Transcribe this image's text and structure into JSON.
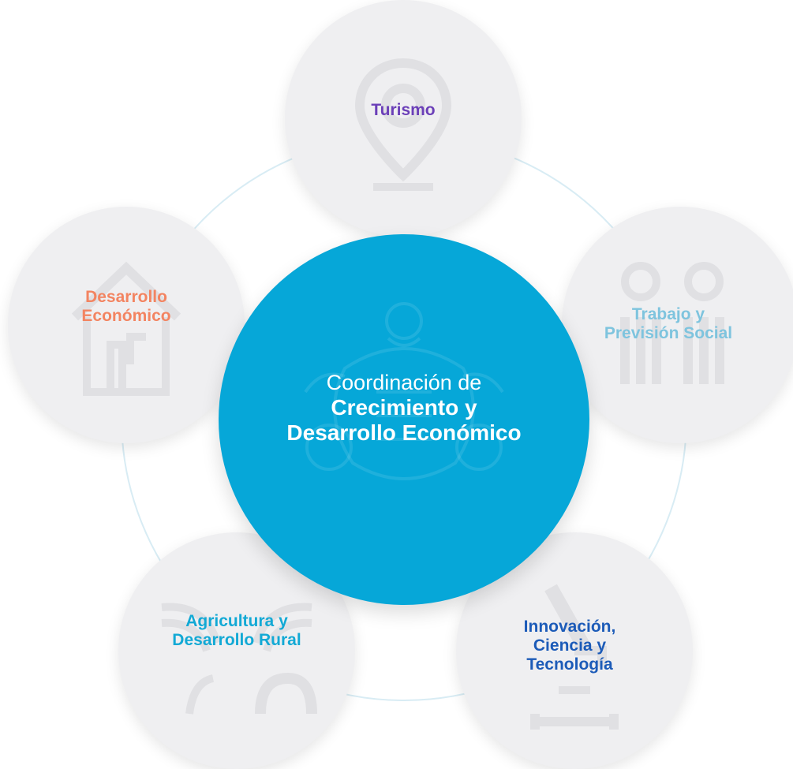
{
  "center": {
    "line1": "Coordinación de",
    "line2": "Crecimiento y",
    "line3": "Desarrollo Económico",
    "color": "#06a7d8"
  },
  "nodes": {
    "turismo": {
      "lines": [
        "Turismo"
      ],
      "color": "#6b3fb8",
      "icon": "map-pin-icon"
    },
    "trabajo": {
      "lines": [
        "Trabajo y",
        "Previsión Social"
      ],
      "color": "#7ec4de",
      "icon": "people-icon"
    },
    "innovacion": {
      "lines": [
        "Innovación,",
        "Ciencia y",
        "Tecnología"
      ],
      "color": "#1c5bb8",
      "icon": "microscope-icon"
    },
    "agricultura": {
      "lines": [
        "Agricultura y",
        "Desarrollo Rural"
      ],
      "color": "#12a9d5",
      "icon": "field-rows-icon"
    },
    "desarrollo": {
      "lines": [
        "Desarrollo",
        "Económico"
      ],
      "color": "#f38461",
      "icon": "house-arrow-icon"
    }
  },
  "colors": {
    "node_background": "#efeff1",
    "ring": "#d8ecf4",
    "icon_watermark": "#e0e0e3"
  }
}
